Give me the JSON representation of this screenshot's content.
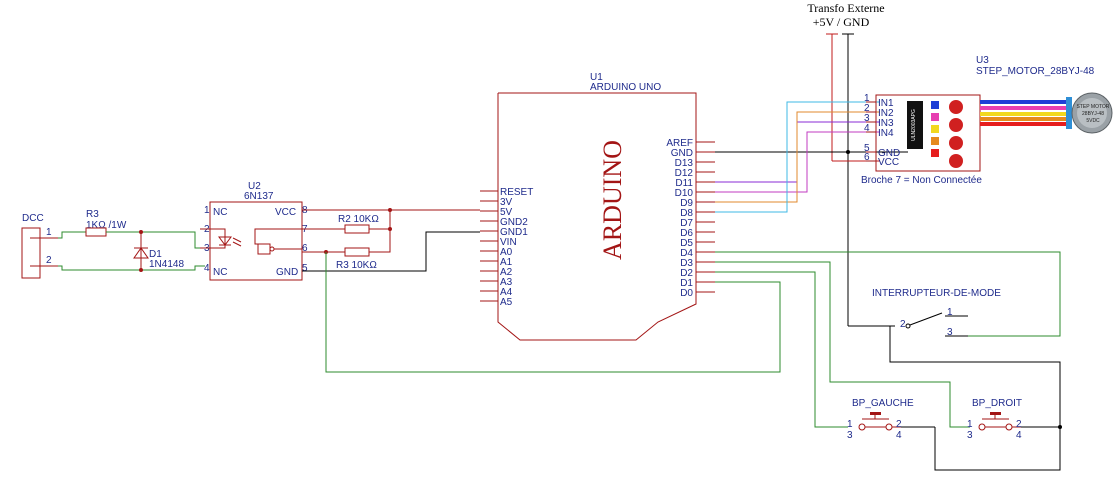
{
  "power": {
    "title": "Transfo Externe",
    "subtitle": "+5V / GND"
  },
  "dcc": {
    "label": "DCC",
    "pin1": "1",
    "pin2": "2"
  },
  "r3a": {
    "ref": "R3",
    "value": "1KΩ /1W"
  },
  "d1": {
    "ref": "D1",
    "value": "1N4148"
  },
  "u2": {
    "ref": "U2",
    "value": "6N137",
    "pins": {
      "p1": "1",
      "p2": "2",
      "p3": "3",
      "p4": "4",
      "p5": "5",
      "p6": "6",
      "p7": "7",
      "p8": "8"
    },
    "labels": {
      "nc1": "NC",
      "nc2": "NC",
      "vcc": "VCC",
      "gnd": "GND"
    }
  },
  "r2": {
    "label": "R2 10KΩ"
  },
  "r3b": {
    "label": "R3 10KΩ"
  },
  "u1": {
    "ref": "U1",
    "value": "ARDUINO UNO",
    "logo": "ARDUINO",
    "left_pins": [
      "RESET",
      "3V",
      "5V",
      "GND2",
      "GND1",
      "VIN",
      "A0",
      "A1",
      "A2",
      "A3",
      "A4",
      "A5"
    ],
    "right_pins": [
      "AREF",
      "GND",
      "D13",
      "D12",
      "D11",
      "D10",
      "D9",
      "D8",
      "D7",
      "D6",
      "D5",
      "D4",
      "D3",
      "D2",
      "D1",
      "D0"
    ]
  },
  "u3": {
    "ref": "U3",
    "value": "STEP_MOTOR_28BYJ-48",
    "pins": [
      "IN1",
      "IN2",
      "IN3",
      "IN4",
      "GND",
      "VCC"
    ],
    "pin_nums": [
      "1",
      "2",
      "3",
      "4",
      "5",
      "6"
    ],
    "note": "Broche 7 = Non Connectée",
    "chip": "ULN2003APG",
    "motor_text": [
      "STEP MOTOR",
      "28BYJ-48",
      "5VDC"
    ]
  },
  "switch": {
    "label": "INTERRUPTEUR-DE-MODE",
    "p1": "1",
    "p2": "2",
    "p3": "3"
  },
  "bp_gauche": {
    "label": "BP_GAUCHE",
    "p1": "1",
    "p2": "2",
    "p3": "3",
    "p4": "4"
  },
  "bp_droit": {
    "label": "BP_DROIT",
    "p1": "1",
    "p2": "2",
    "p3": "3",
    "p4": "4"
  },
  "colors": {
    "component": "#a31515",
    "text": "#1f2b8c",
    "green": "#2e8b2e",
    "red": "#c21b1b",
    "cyan": "#3fb8e6",
    "magenta": "#c23bc2",
    "orange": "#e08a2e",
    "violet": "#8a2bd6"
  }
}
